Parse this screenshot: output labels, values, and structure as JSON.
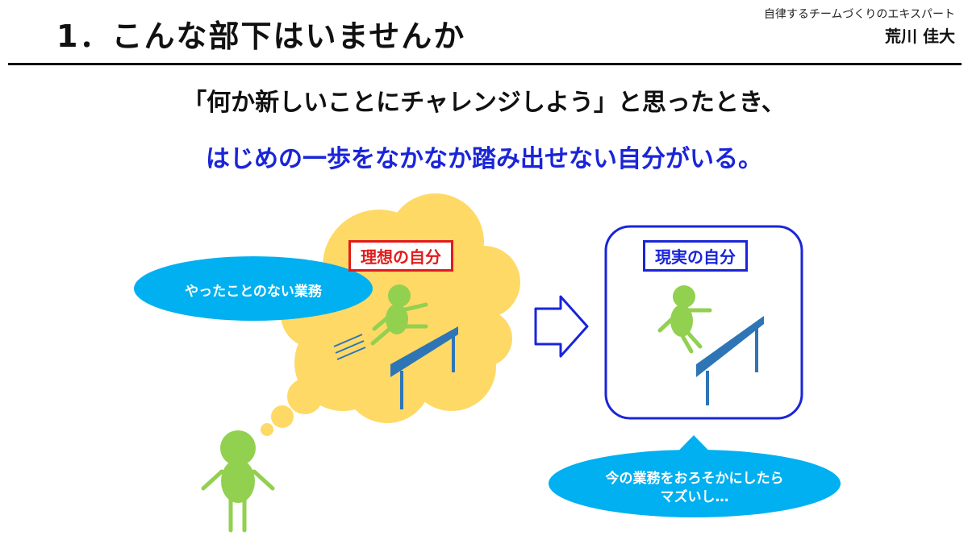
{
  "header": {
    "title": "1．こんな部下はいませんか",
    "tagline": "自律するチームづくりのエキスパート",
    "author": "荒川 佳大"
  },
  "lead": {
    "line1": "「何か新しいことにチャレンジしよう」と思ったとき、",
    "line2": "はじめの一歩をなかなか踏み出せない自分がいる。"
  },
  "diagram": {
    "ideal_label": "理想の自分",
    "real_label": "現実の自分",
    "bubble_left": "やったことのない業務",
    "bubble_right_line1": "今の業務をおろそかにしたら",
    "bubble_right_line2": "マズいし…"
  },
  "colors": {
    "figure": "#92d050",
    "cloud": "#ffd966",
    "bubble": "#00b0f0",
    "hurdle": "#2e75b6",
    "accent_blue": "#1a25d8",
    "accent_red": "#e21b1b"
  }
}
